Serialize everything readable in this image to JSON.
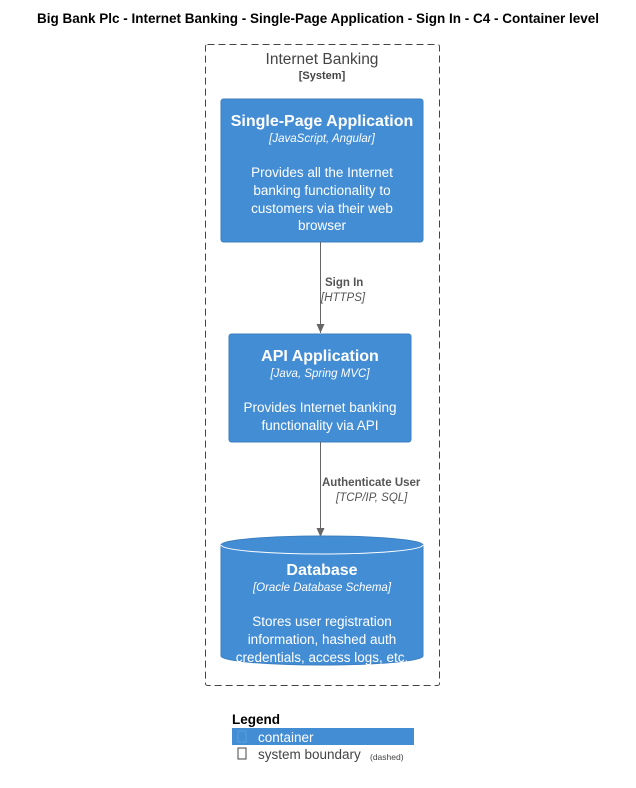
{
  "title": "Big Bank Plc - Internet Banking - Single-Page Application - Sign In - C4 - Container level",
  "boundary": {
    "name": "Internet Banking",
    "type": "[System]"
  },
  "colors": {
    "container_fill": "#438dd5",
    "container_stroke": "#3c7fc0",
    "boundary_stroke": "#444444",
    "arrow": "#666666"
  },
  "containers": {
    "spa": {
      "name": "Single-Page Application",
      "technology": "[JavaScript, Angular]",
      "description": [
        "Provides all the Internet",
        "banking functionality to",
        "customers via their web",
        "browser"
      ]
    },
    "api": {
      "name": "API Application",
      "technology": "[Java, Spring MVC]",
      "description": [
        "Provides Internet banking",
        "functionality via API"
      ]
    },
    "database": {
      "name": "Database",
      "technology": "[Oracle Database Schema]",
      "description": [
        "Stores user registration",
        "information, hashed auth",
        "credentials, access logs, etc."
      ]
    }
  },
  "relations": {
    "spa_to_api": {
      "label": "Sign In",
      "technology": "[HTTPS]"
    },
    "api_to_db": {
      "label": "Authenticate User",
      "technology": "[TCP/IP, SQL]"
    }
  },
  "legend": {
    "title": "Legend",
    "container_label": "container",
    "boundary_label": "system boundary",
    "boundary_note": "(dashed)"
  }
}
